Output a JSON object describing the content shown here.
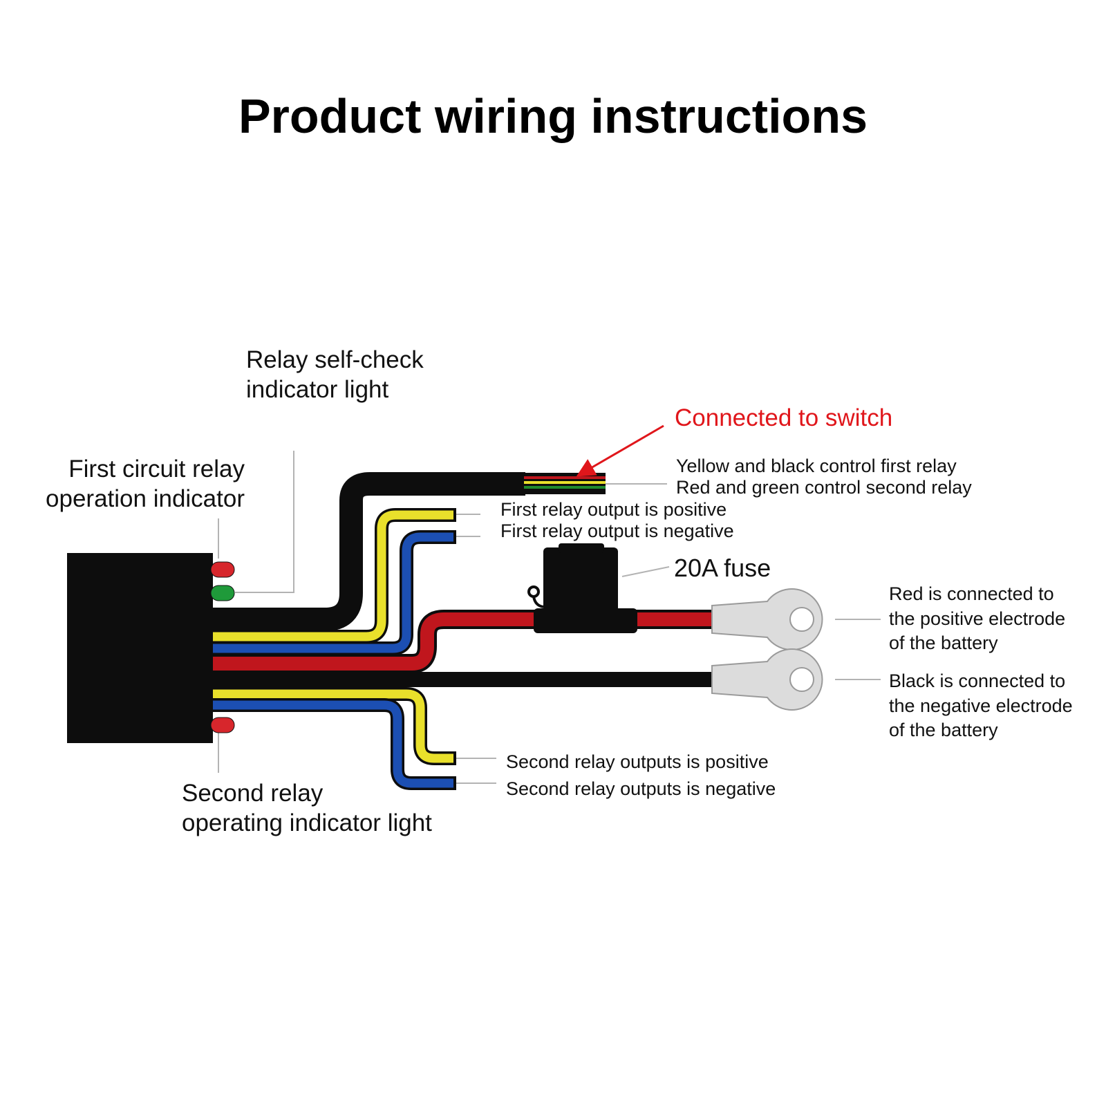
{
  "title": "Product wiring instructions",
  "labels": {
    "self_check": [
      "Relay self-check",
      "indicator light"
    ],
    "first_indicator": [
      "First circuit relay",
      "operation indicator"
    ],
    "second_indicator": [
      "Second relay",
      "operating indicator light"
    ],
    "switch": "Connected to switch",
    "control": [
      "Yellow and black control first relay",
      "Red and green control second relay"
    ],
    "first_output": [
      "First relay output is positive",
      "First relay output is negative"
    ],
    "fuse": "20A fuse",
    "battery_positive": [
      "Red is connected to",
      "the positive electrode",
      "of the battery"
    ],
    "battery_negative": [
      "Black is connected to",
      "the negative electrode",
      "of the battery"
    ],
    "second_output": [
      "Second relay outputs is positive",
      "Second relay outputs is negative"
    ]
  },
  "colors": {
    "switch_label": "#e0161b",
    "wire_black": "#0d0d0d",
    "wire_red": "#c0161d",
    "wire_yellow": "#e9e02b",
    "wire_blue": "#1c4fb3",
    "wire_green": "#1f8a2d",
    "led_red": "#d7262c",
    "led_green": "#1f9a3a",
    "terminal": "#dcdcdc",
    "leader_line": "#b3b3b3"
  },
  "icons": [
    "relay-box",
    "fuse-holder",
    "ring-terminal-icon",
    "indicator-led-icon",
    "red-arrow-icon"
  ]
}
